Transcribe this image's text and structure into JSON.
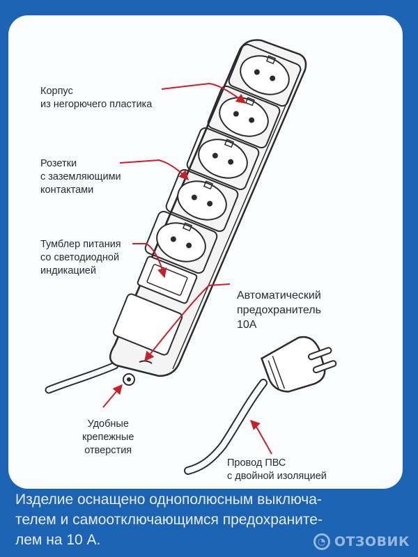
{
  "labels": {
    "housing": "Корпус\nиз негорючего пластика",
    "sockets": "Розетки\nс заземляющими\nконтактами",
    "switch": "Тумблер питания\nсо светодиодной\nиндикацией",
    "fuse": "Автоматический\nпредохранитель\n10А",
    "holes": "Удобные\nкрепежные\nотверстия",
    "cable": "Провод ПВС\nс двойной изоляцией"
  },
  "bottom_text": "Изделие оснащено однополюсным выключа-\nтелем и самоотключающимся предохраните-\nлем на 10 А.",
  "watermark": "ОТЗОВИК",
  "colors": {
    "background": "#1d63b4",
    "panel": "#fafcfe",
    "arrow": "#c8202a",
    "outline": "#2b2b2b"
  }
}
